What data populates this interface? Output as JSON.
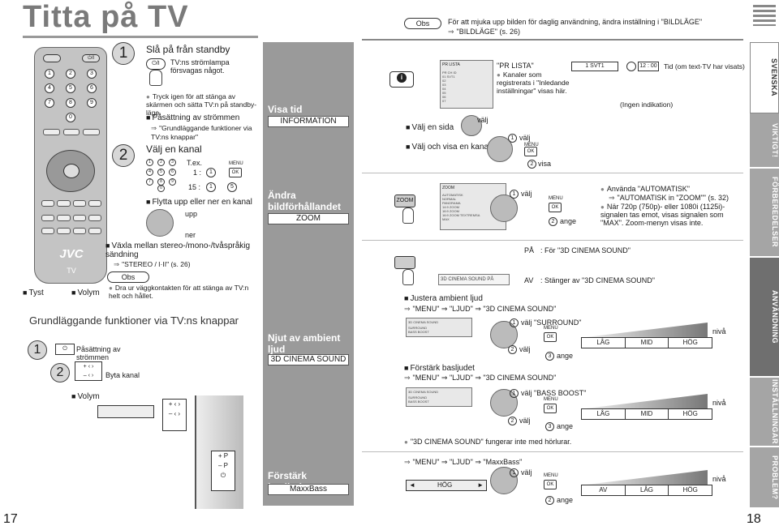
{
  "page_title": "Titta på TV",
  "page_left_number": "17",
  "page_right_number": "18",
  "remote": {
    "brand": "JVC",
    "tv_label": "TV",
    "number_keys": [
      "1",
      "2",
      "3",
      "4",
      "5",
      "6",
      "7",
      "8",
      "9",
      "0"
    ],
    "mute_label": "Tyst",
    "volume_label": "Volym"
  },
  "step1": {
    "number": "1",
    "title": "Slå på från standby",
    "standby_text": "TV:ns strömlampa försvagas något.",
    "tip": "Tryck igen för att stänga av skärmen och sätta TV:n på standby-läge."
  },
  "step2": {
    "number": "2",
    "power_heading": "Påsättning av strömmen",
    "power_ref": "\"Grundläggande funktioner via TV:ns knappar\"",
    "channel_title": "Välj en kanal",
    "example": "T.ex.",
    "ex1": "1 :",
    "ex15": "15 :",
    "menu": "MENU",
    "ok": "OK",
    "move_heading": "Flytta upp eller ner en kanal",
    "up": "upp",
    "down": "ner",
    "stereo_heading": "Växla mellan stereo-/mono-/tvåspråkig sändning",
    "stereo_ref": "\"STEREO / I·II\" (s. 26)"
  },
  "obs_left": {
    "label": "Obs",
    "text": "Dra ur väggkontakten för att stänga av TV:n helt och hållet."
  },
  "tv_buttons": {
    "title": "Grundläggande funktioner via TV:ns knappar",
    "n1": "1",
    "n2": "2",
    "power_label": "Påsättning av strömmen",
    "channel_label": "Byta  kanal",
    "volume_label": "Volym"
  },
  "middle_panel": {
    "visa_tid": "Visa tid",
    "information": "INFORMATION",
    "andra": "Ändra bildförhållandet",
    "zoom": "ZOOM",
    "njut": "Njut av ambient ljud",
    "cinema": "3D CINEMA SOUND",
    "forstark": "Förstärk basljudet",
    "maxxbass": "MaxxBass"
  },
  "top_obs": {
    "label": "Obs",
    "text": "För att mjuka upp bilden för daglig användning, ändra inställning i \"BILDLÄGE\"",
    "ref": "\"BILDLÄGE\" (s. 26)"
  },
  "info_section": {
    "badge": "i",
    "select_page": "Välj en sida",
    "select_show": "Välj och visa en kanal",
    "valj": "välj",
    "visa": "visa",
    "menu": "MENU",
    "ok": "OK",
    "pr_lista_title": "\"PR LISTA\"",
    "pr_lista_text": "Kanaler som registrerats i \"Inledande inställningar\" visas här.",
    "pr_screen_title": "PR LISTA",
    "channel_display": "1    SVT1",
    "time_display": "12 : 00",
    "time_note": "Tid (om text-TV har visats)",
    "no_indication": "(Ingen indikation)",
    "n1": "1",
    "n2": "2"
  },
  "zoom_section": {
    "remote_label": "ZOOM",
    "screen_title": "ZOOM",
    "screen_items": [
      "AUTOMATISK",
      "NORMAL",
      "PANORAMA",
      "14:9 ZOOM",
      "16:9 ZOOM",
      "16:9 ZOOM TEXTREMSA",
      "MAX"
    ],
    "valj": "välj",
    "ange": "ange",
    "menu": "MENU",
    "ok": "OK",
    "n1": "1",
    "n2": "2",
    "tip1": "Använda \"AUTOMATISK\"",
    "tip1_ref": "\"AUTOMATISK in \"ZOOM\"\" (s. 32)",
    "tip2": "När 720p (750p)- eller 1080i (1125i)-signalen tas emot, visas signalen som \"MAX\". Zoom-menyn visas inte."
  },
  "cinema_section": {
    "pa": "PÅ",
    "pa_text": ": För \"3D CINEMA SOUND\"",
    "av": "AV",
    "av_text": ": Stänger av \"3D CINEMA SOUND\"",
    "screen_text": "3D CINEMA SOUND   PÅ",
    "adjust_heading": "Justera ambient ljud",
    "adjust_path": "\"MENU\" ⇒ \"LJUD\" ⇒ \"3D CINEMA SOUND\"",
    "screen1_title": "3D CINEMA SOUND",
    "screen1_rows": [
      "SURROUND",
      "BASS BOOST"
    ],
    "select_surround": "välj \"SURROUND\"",
    "valj": "välj",
    "ange": "ange",
    "menu": "MENU",
    "ok": "OK",
    "n1": "1",
    "n2": "2",
    "n3": "3",
    "niva": "nivå",
    "levels": [
      "LÅG",
      "MID",
      "HÖG"
    ],
    "bass_heading": "Förstärk basljudet",
    "bass_path": "\"MENU\" ⇒ \"LJUD\" ⇒ \"3D CINEMA SOUND\"",
    "select_bass": "välj \"BASS BOOST\"",
    "note": "\"3D CINEMA SOUND\" fungerar inte med hörlurar.",
    "mid_label": "MID"
  },
  "maxxbass_section": {
    "path": "\"MENU\" ⇒ \"LJUD\" ⇒ \"MaxxBass\"",
    "bar_label": "HÖG",
    "valj": "välj",
    "ange": "ange",
    "menu": "MENU",
    "ok": "OK",
    "n1": "1",
    "n2": "2",
    "niva": "nivå",
    "levels": [
      "AV",
      "LÅG",
      "HÖG"
    ]
  },
  "side_tabs": [
    "SVENSKA",
    "VIKTIGT!",
    "FÖRBEREDELSER",
    "ANVÄNDNING",
    "INSTÄLLNINGAR",
    "PROBLEM?"
  ],
  "colors": {
    "title_gray": "#7a7a7a",
    "panel_gray": "#9a9a9a",
    "tab_dark": "#6f6f6f",
    "tab_light": "#a5a5a5"
  }
}
